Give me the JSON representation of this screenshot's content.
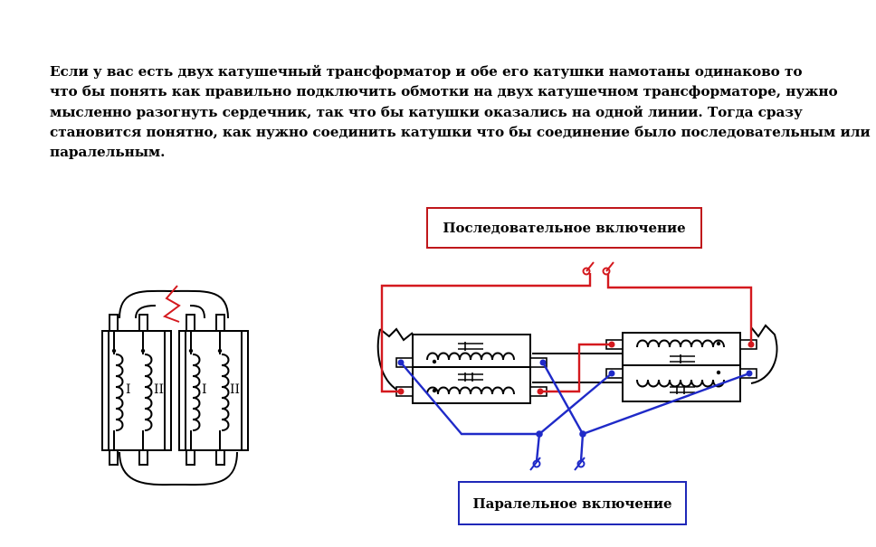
{
  "intro_lines": [
    "Если у вас есть двух катушечный трансформатор и обе его катушки намотаны одинаково то",
    "что бы понять как правильно подключить обмотки на двух катушечном трансформаторе, нужно",
    "мысленно разогнуть сердечник, так что бы катушки оказались на одной линии. Тогда сразу",
    "становится понятно, как нужно соединить катушки что бы соединение было последовательным или",
    "паралельным."
  ],
  "series_label": "Последовательное включение",
  "parallel_label": "Паралельное включение",
  "coil_labels": {
    "first": "I",
    "second": "II"
  },
  "colors": {
    "series": "#d4191e",
    "parallel": "#1f2ac8",
    "series_box_border": "#c0171b",
    "parallel_box_border": "#1f28b8",
    "ink": "#000000"
  }
}
